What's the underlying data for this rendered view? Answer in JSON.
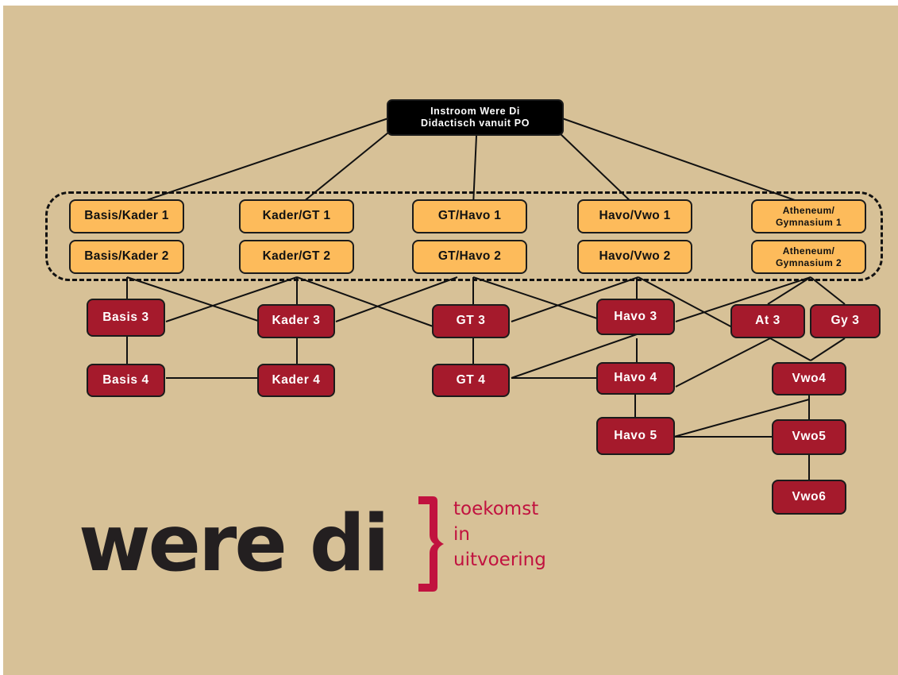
{
  "top_node": {
    "line1": "Instroom Were Di",
    "line2": "Didactisch vanuit PO"
  },
  "orange_nodes": [
    {
      "id": "bk1",
      "label": "Basis/Kader 1"
    },
    {
      "id": "kgt1",
      "label": "Kader/GT 1"
    },
    {
      "id": "gth1",
      "label": "GT/Havo 1"
    },
    {
      "id": "hv1",
      "label": "Havo/Vwo 1"
    },
    {
      "id": "ag1",
      "line1": "Atheneum/",
      "line2": "Gymnasium 1"
    },
    {
      "id": "bk2",
      "label": "Basis/Kader 2"
    },
    {
      "id": "kgt2",
      "label": "Kader/GT 2"
    },
    {
      "id": "gth2",
      "label": "GT/Havo 2"
    },
    {
      "id": "hv2",
      "label": "Havo/Vwo 2"
    },
    {
      "id": "ag2",
      "line1": "Atheneum/",
      "line2": "Gymnasium 2"
    }
  ],
  "red_nodes": [
    {
      "id": "basis3",
      "label": "Basis 3"
    },
    {
      "id": "kader3",
      "label": "Kader 3"
    },
    {
      "id": "gt3",
      "label": "GT 3"
    },
    {
      "id": "havo3",
      "label": "Havo 3"
    },
    {
      "id": "at3",
      "label": "At 3"
    },
    {
      "id": "gy3",
      "label": "Gy 3"
    },
    {
      "id": "basis4",
      "label": "Basis 4"
    },
    {
      "id": "kader4",
      "label": "Kader 4"
    },
    {
      "id": "gt4",
      "label": "GT 4"
    },
    {
      "id": "havo4",
      "label": "Havo 4"
    },
    {
      "id": "vwo4",
      "label": "Vwo4"
    },
    {
      "id": "havo5",
      "label": "Havo 5"
    },
    {
      "id": "vwo5",
      "label": "Vwo5"
    },
    {
      "id": "vwo6",
      "label": "Vwo6"
    }
  ],
  "logo": {
    "wordmark": "were di",
    "tagline": [
      "toekomst",
      "in",
      "uitvoering"
    ]
  },
  "colors": {
    "background": "#d7c197",
    "top_node": "#000000",
    "orange_node": "#fdbb5b",
    "red_node": "#a51a2c",
    "logo_dark": "#231f20",
    "logo_accent": "#c1123f"
  }
}
